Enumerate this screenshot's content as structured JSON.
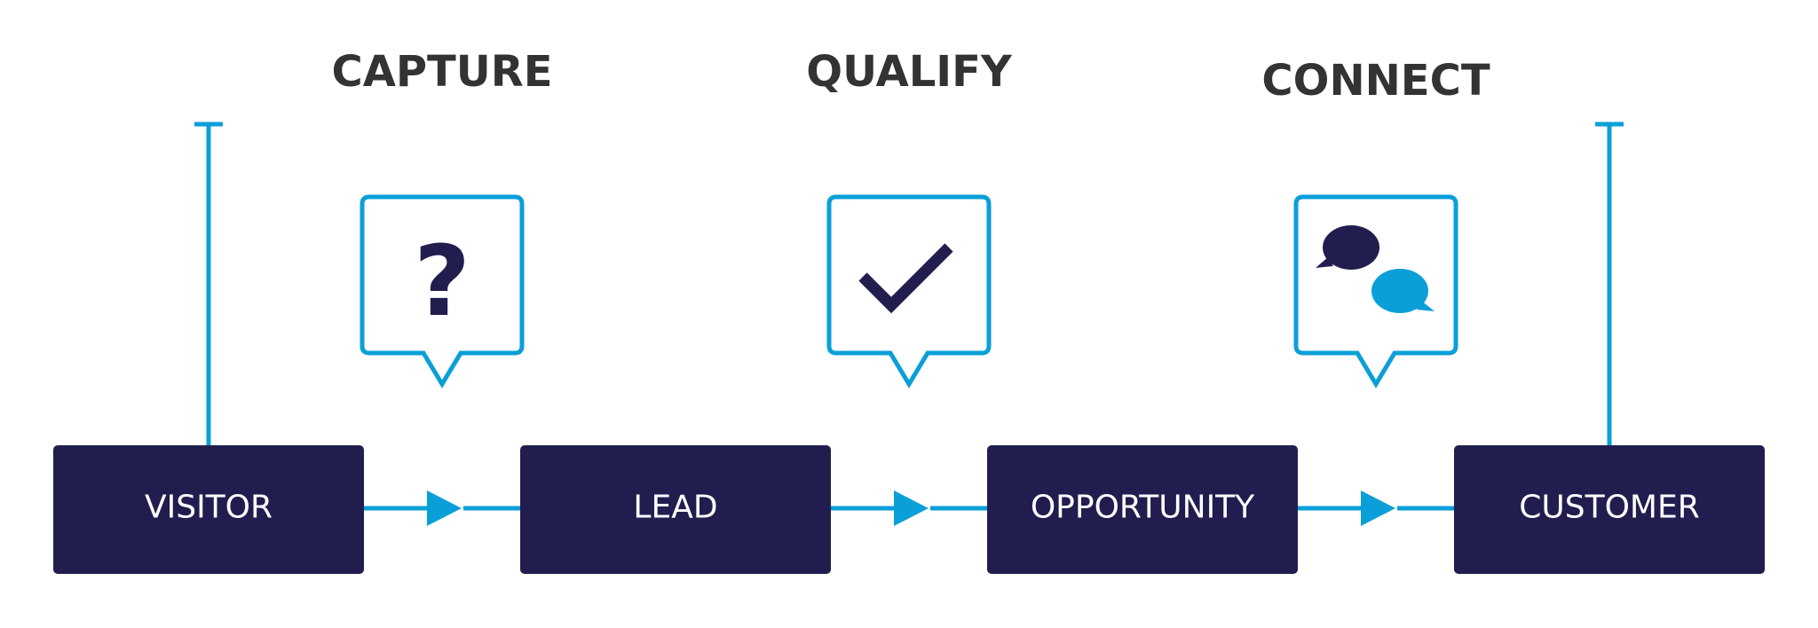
{
  "colors": {
    "node_fill": "#211E4F",
    "accent": "#0A9FD8",
    "title_text": "#333333",
    "node_text": "#FFFFFF"
  },
  "stages": [
    {
      "title": "CAPTURE",
      "icon": "question-mark-icon"
    },
    {
      "title": "QUALIFY",
      "icon": "checkmark-icon"
    },
    {
      "title": "CONNECT",
      "icon": "chat-bubbles-icon"
    }
  ],
  "nodes": [
    {
      "label": "VISITOR"
    },
    {
      "label": "LEAD"
    },
    {
      "label": "OPPORTUNITY"
    },
    {
      "label": "CUSTOMER"
    }
  ],
  "question_glyph": "?"
}
